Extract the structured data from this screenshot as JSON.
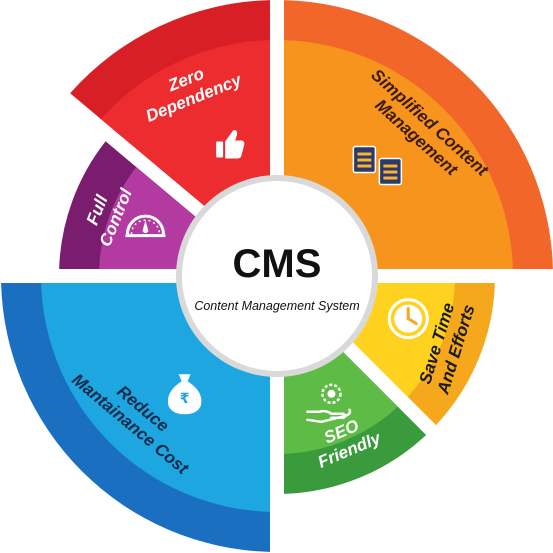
{
  "center": {
    "title": "CMS",
    "subtitle": "Content Management System"
  },
  "segments": [
    {
      "id": "zero-dependency",
      "lines": [
        "Zero",
        "Dependency"
      ],
      "icon": "thumbs-up-icon",
      "outer": "#d81f26",
      "inner": "#ec2c2f",
      "text": "#ffffff"
    },
    {
      "id": "simplified-content-management",
      "lines": [
        "Simplified Content",
        "Management"
      ],
      "icon": "content-management-icon",
      "outer": "#f2662a",
      "inner": "#f7941e",
      "text": "#3a1a05"
    },
    {
      "id": "save-time-and-efforts",
      "lines": [
        "Save Time",
        "And Efforts"
      ],
      "icon": "clock-icon",
      "outer": "#f6a81c",
      "inner": "#ffd21f",
      "text": "#1a1a1a"
    },
    {
      "id": "seo-friendly",
      "lines": [
        "SEO",
        "Friendly"
      ],
      "icon": "seo-hand-icon",
      "outer": "#3a9b3c",
      "inner": "#5dbb46",
      "text": "#ffffff"
    },
    {
      "id": "reduce-maintenance-cost",
      "lines": [
        "Reduce",
        "Mantainance Cost"
      ],
      "icon": "money-bag-icon",
      "outer": "#1b6fc0",
      "inner": "#1ea6e0",
      "text": "#0b2a4a"
    },
    {
      "id": "full-control",
      "lines": [
        "Full",
        "Control"
      ],
      "icon": "gauge-icon",
      "outer": "#7a1d6e",
      "inner": "#b23aa1",
      "text": "#ffffff"
    }
  ]
}
